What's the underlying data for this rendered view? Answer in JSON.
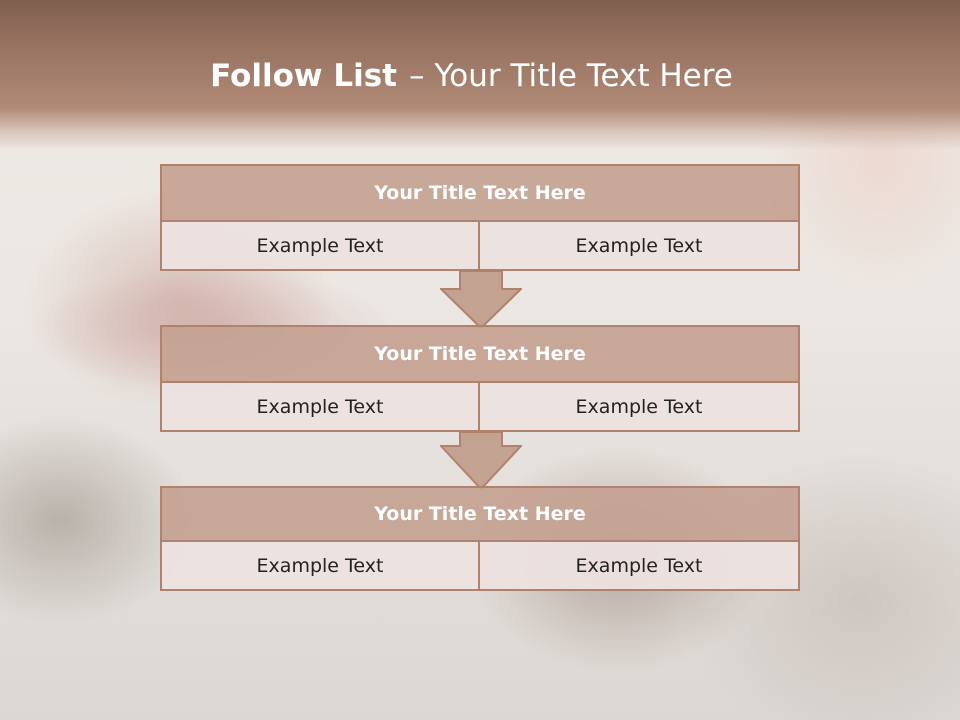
{
  "slide": {
    "title_strong": "Follow List",
    "title_separator": "–",
    "title_rest": "Your Title Text Here"
  },
  "steps": [
    {
      "title": "Your Title Text Here",
      "left": "Example Text",
      "right": "Example Text"
    },
    {
      "title": "Your Title Text Here",
      "left": "Example Text",
      "right": "Example Text"
    },
    {
      "title": "Your Title Text Here",
      "left": "Example Text",
      "right": "Example Text"
    }
  ],
  "colors": {
    "header_band": "#9b7563",
    "title_box": "#c4a292",
    "cell_box": "#ece2df",
    "border": "#b0826c",
    "arrow_fill": "#c4a292"
  }
}
